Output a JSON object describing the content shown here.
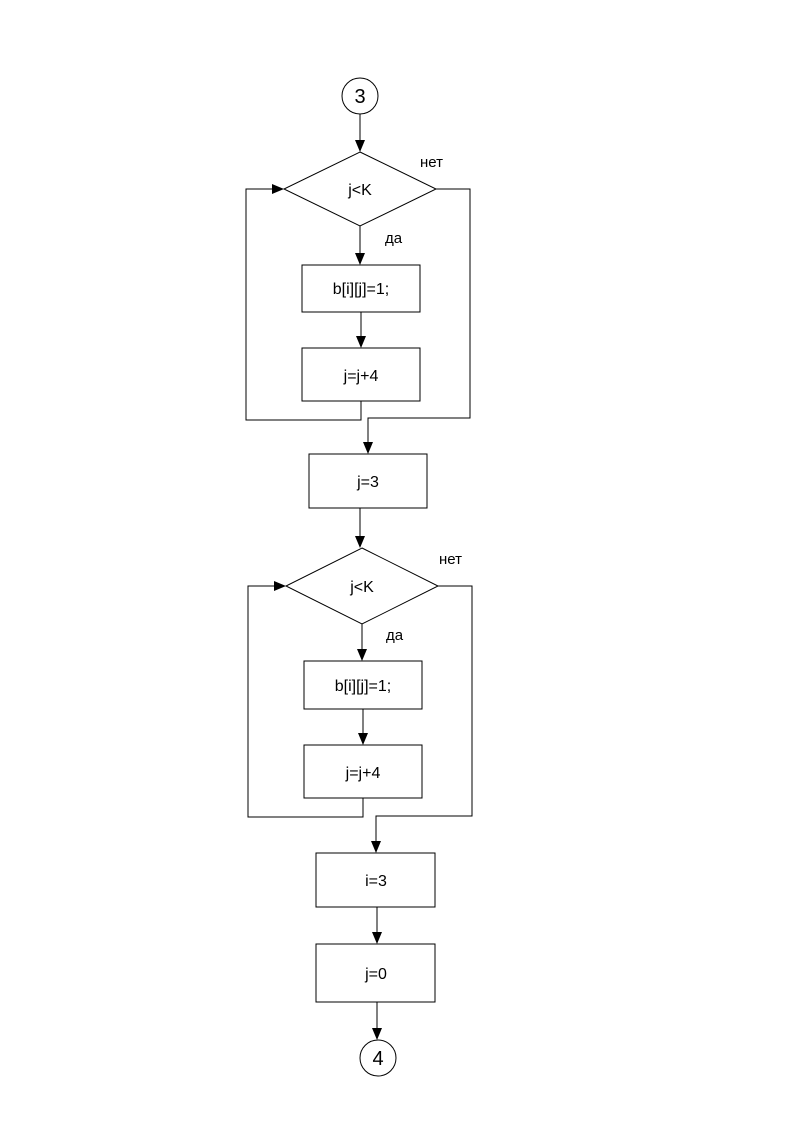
{
  "flowchart": {
    "connector_top": "3",
    "loop1": {
      "condition": "j<K",
      "no_label": "нет",
      "yes_label": "да",
      "body1": "b[i][j]=1;",
      "body2": "j=j+4"
    },
    "assign_j3": "j=3",
    "loop2": {
      "condition": "j<K",
      "no_label": "нет",
      "yes_label": "да",
      "body1": "b[i][j]=1;",
      "body2": "j=j+4"
    },
    "assign_i3": "i=3",
    "assign_j0": "j=0",
    "connector_bottom": "4"
  }
}
